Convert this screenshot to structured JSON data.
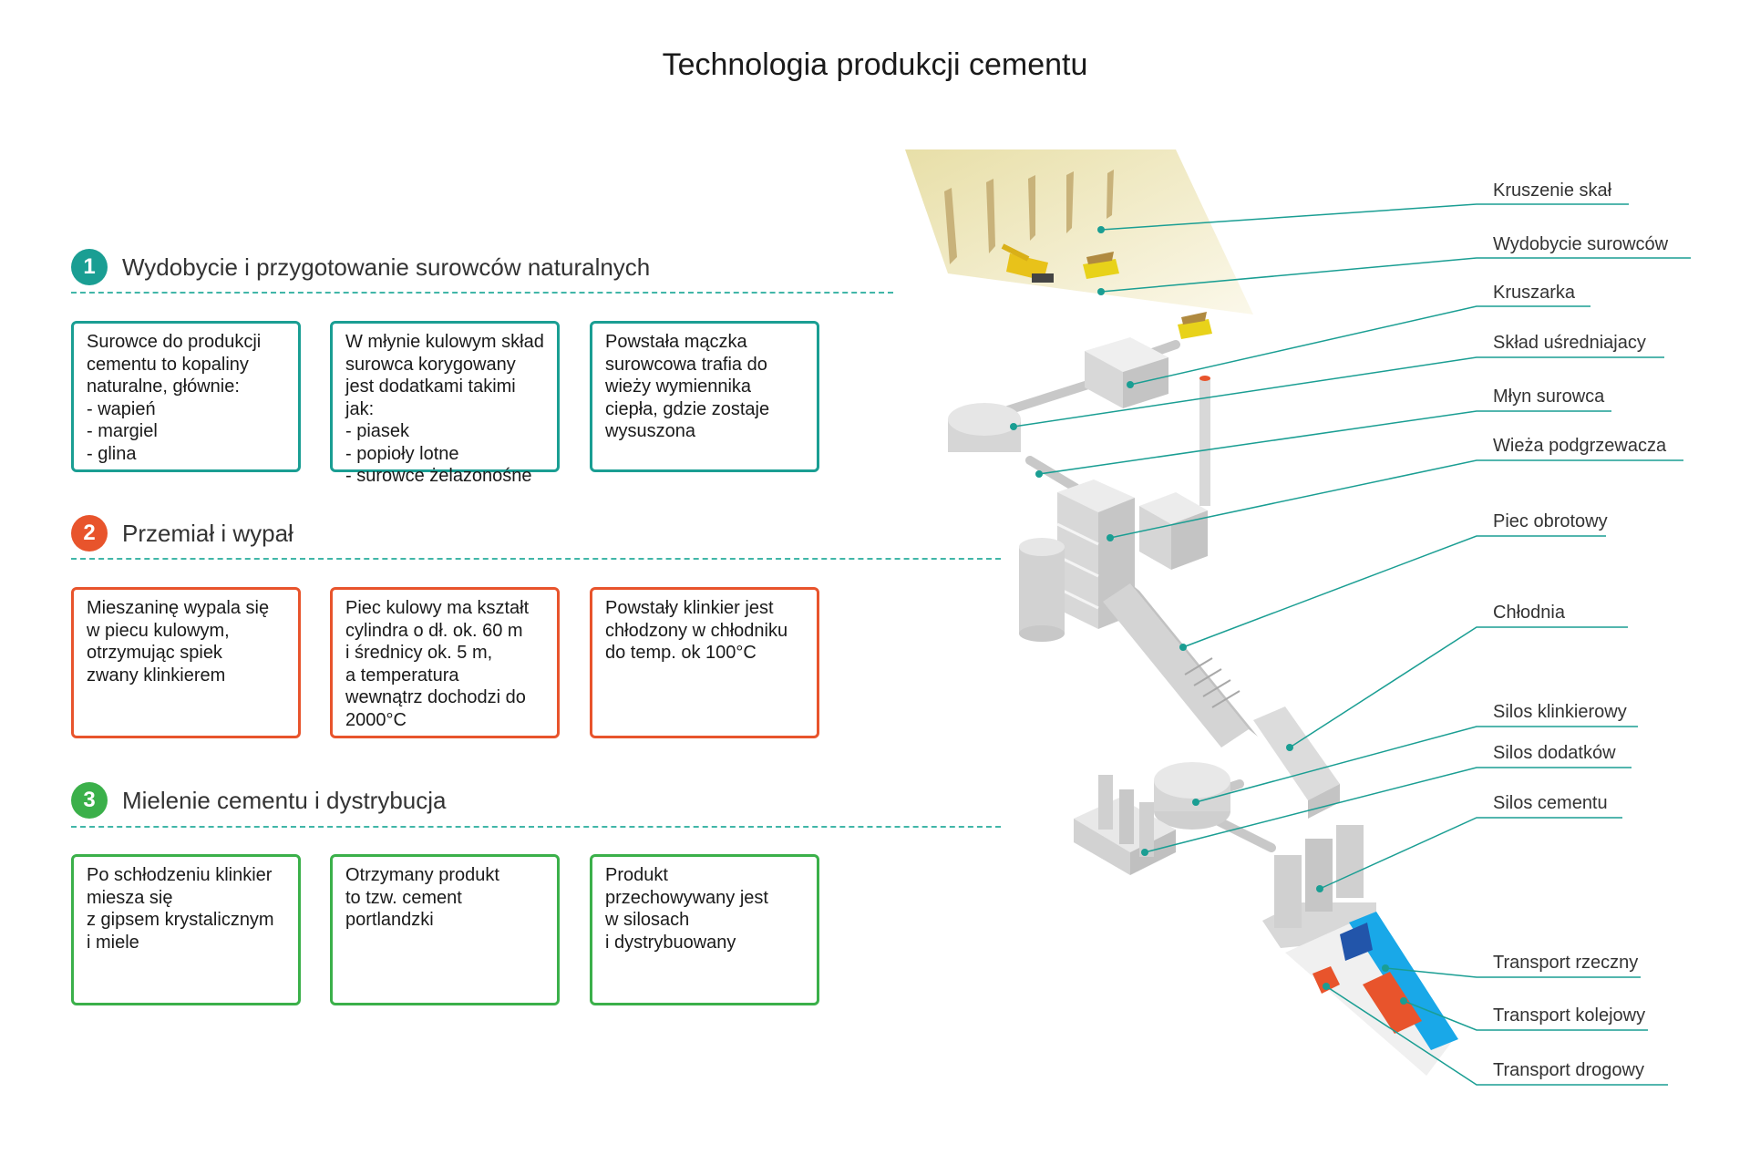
{
  "title": "Technologia produkcji cementu",
  "colors": {
    "teal": "#1a9e93",
    "orange": "#e8542c",
    "green": "#3bb04a",
    "leader": "#1a9e93"
  },
  "sections": [
    {
      "number": "1",
      "title": "Wydobycie i przygotowanie surowców naturalnych",
      "boxes": [
        "Surowce do produkcji\ncementu to kopaliny\nnaturalne, głównie:\n - wapień\n - margiel\n - glina",
        "W młynie kulowym skład\nsurowca korygowany\njest dodatkami takimi jak:\n - piasek\n - popioły lotne\n - surowce żelazonośne",
        "Powstała mączka\nsurowcowa trafia do\nwieży wymiennika\nciepła, gdzie zostaje\nwysuszona"
      ]
    },
    {
      "number": "2",
      "title": "Przemiał i wypał",
      "boxes": [
        "Mieszaninę wypala się\nw piecu kulowym,\notrzymując spiek\nzwany klinkierem",
        "Piec kulowy ma kształt\ncylindra o dł. ok. 60 m\ni średnicy ok. 5 m,\na temperatura\nwewnątrz dochodzi do\n2000°C",
        "Powstały klinkier jest\nchłodzony w chłodniku\ndo temp. ok 100°C"
      ]
    },
    {
      "number": "3",
      "title": "Mielenie cementu i dystrybucja",
      "boxes": [
        "Po schłodzeniu klinkier\nmiesza się\nz gipsem krystalicznym\ni miele",
        "Otrzymany produkt\nto tzw. cement\nportlandzki",
        "Produkt\nprzechowywany jest\nw silosach\ni dystrybuowany"
      ]
    }
  ],
  "labels": [
    "Kruszenie skał",
    "Wydobycie surowców",
    "Kruszarka",
    "Skład uśredniajacy",
    "Młyn surowca",
    "Wieża podgrzewacza",
    "Piec obrotowy",
    "Chłodnia",
    "Silos klinkierowy",
    "Silos dodatków",
    "Silos cementu",
    "Transport rzeczny",
    "Transport kolejowy",
    "Transport drogowy"
  ]
}
